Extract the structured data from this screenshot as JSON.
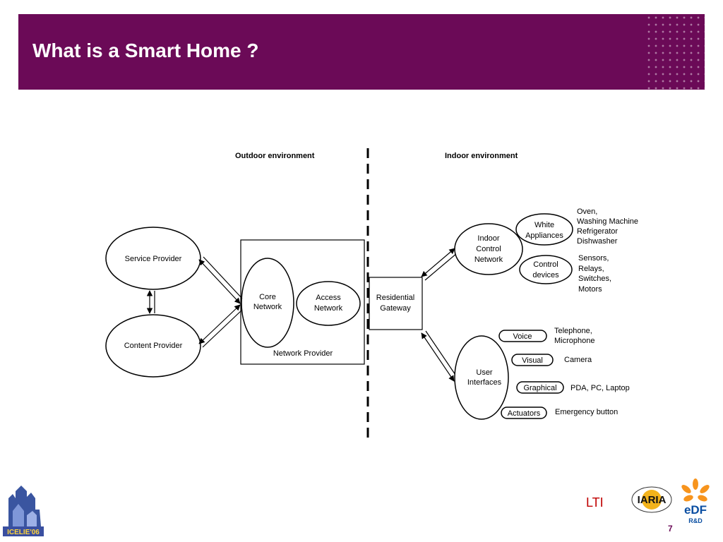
{
  "slide": {
    "title": "What is a Smart Home ?",
    "page_number": "7",
    "footer_text": "LTI",
    "theme_color": "#6b0a57",
    "footer_text_color": "#c00000"
  },
  "logos": {
    "left_logo_text": "ICELIE'06",
    "iaria_text": "IARIA",
    "edf_text": "eDF",
    "edf_sub": "R&D"
  },
  "diagram": {
    "outdoor_label": "Outdoor environment",
    "indoor_label": "Indoor environment",
    "service_provider": "Service Provider",
    "content_provider": "Content Provider",
    "core_network": [
      "Core",
      "Network"
    ],
    "access_network": [
      "Access",
      "Network"
    ],
    "network_provider": "Network Provider",
    "residential_gateway": [
      "Residential",
      "Gateway"
    ],
    "indoor_control_network": [
      "Indoor",
      "Control",
      "Network"
    ],
    "white_appliances": [
      "White",
      "Appliances"
    ],
    "white_appliances_items": [
      "Oven,",
      "Washing Machine",
      "Refrigerator",
      "Dishwasher"
    ],
    "control_devices": [
      "Control",
      "devices"
    ],
    "control_devices_items": [
      "Sensors,",
      "Relays,",
      "Switches,",
      "Motors"
    ],
    "user_interfaces": [
      "User",
      "Interfaces"
    ],
    "voice": "Voice",
    "voice_items": [
      "Telephone,",
      "Microphone"
    ],
    "visual": "Visual",
    "visual_items": "Camera",
    "graphical": "Graphical",
    "graphical_items": "PDA, PC, Laptop",
    "actuators": "Actuators",
    "actuators_items": "Emergency button"
  }
}
